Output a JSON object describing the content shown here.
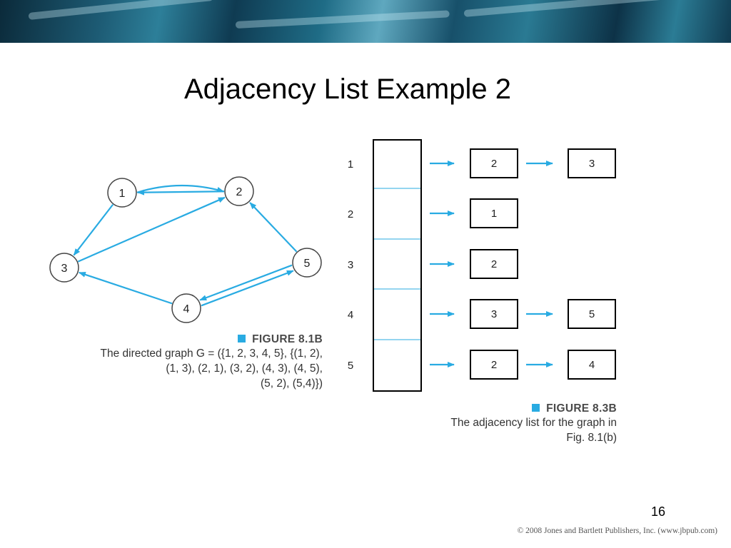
{
  "slide": {
    "title": "Adjacency List Example 2",
    "page_number": "16",
    "copyright": "© 2008 Jones and Bartlett Publishers, Inc. (www.jbpub.com)"
  },
  "colors": {
    "accent": "#29abe2",
    "node_stroke": "#444444",
    "box_stroke": "#000000"
  },
  "graph": {
    "nodes": [
      {
        "id": "1",
        "label": "1"
      },
      {
        "id": "2",
        "label": "2"
      },
      {
        "id": "3",
        "label": "3"
      },
      {
        "id": "4",
        "label": "4"
      },
      {
        "id": "5",
        "label": "5"
      }
    ],
    "edges": [
      {
        "from": "1",
        "to": "2"
      },
      {
        "from": "1",
        "to": "3"
      },
      {
        "from": "2",
        "to": "1"
      },
      {
        "from": "3",
        "to": "2"
      },
      {
        "from": "4",
        "to": "3"
      },
      {
        "from": "4",
        "to": "5"
      },
      {
        "from": "5",
        "to": "2"
      },
      {
        "from": "5",
        "to": "4"
      }
    ],
    "caption": {
      "heading": "FIGURE 8.1B",
      "lines": [
        "The directed graph G = ({1, 2, 3, 4, 5}, {(1, 2),",
        "(1, 3), (2, 1), (3, 2), (4, 3), (4, 5),",
        "(5, 2), (5,4)})"
      ]
    }
  },
  "adjacency": {
    "rows": [
      {
        "vertex": "1",
        "neighbors": [
          "2",
          "3"
        ]
      },
      {
        "vertex": "2",
        "neighbors": [
          "1"
        ]
      },
      {
        "vertex": "3",
        "neighbors": [
          "2"
        ]
      },
      {
        "vertex": "4",
        "neighbors": [
          "3",
          "5"
        ]
      },
      {
        "vertex": "5",
        "neighbors": [
          "2",
          "4"
        ]
      }
    ],
    "caption": {
      "heading": "FIGURE 8.3B",
      "lines": [
        "The adjacency list for the graph in",
        "Fig. 8.1(b)"
      ]
    }
  }
}
